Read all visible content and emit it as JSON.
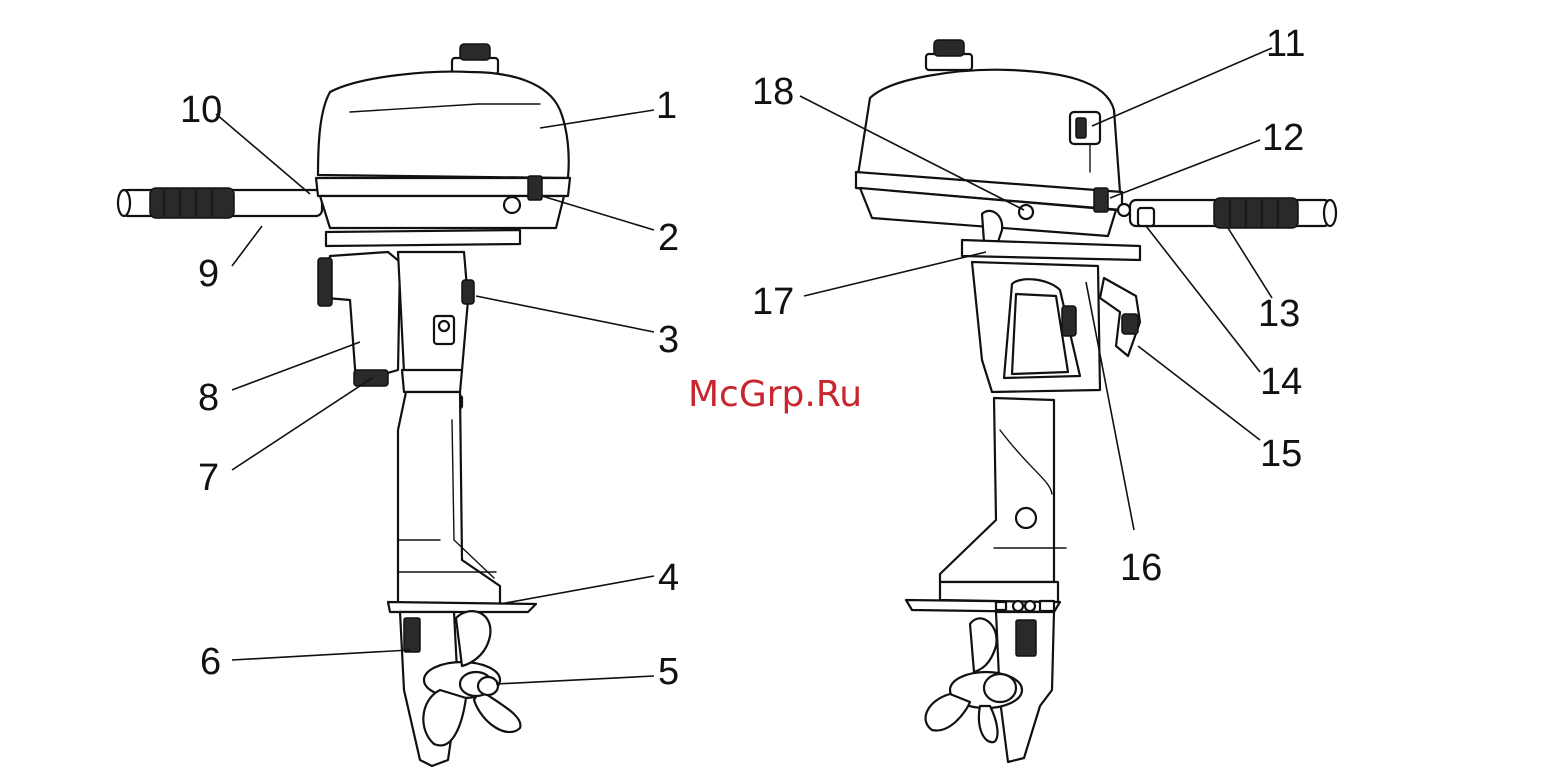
{
  "watermark": "McGrp.Ru",
  "callouts": [
    "1",
    "2",
    "3",
    "4",
    "5",
    "6",
    "7",
    "8",
    "9",
    "10",
    "11",
    "12",
    "13",
    "14",
    "15",
    "16",
    "17",
    "18"
  ]
}
